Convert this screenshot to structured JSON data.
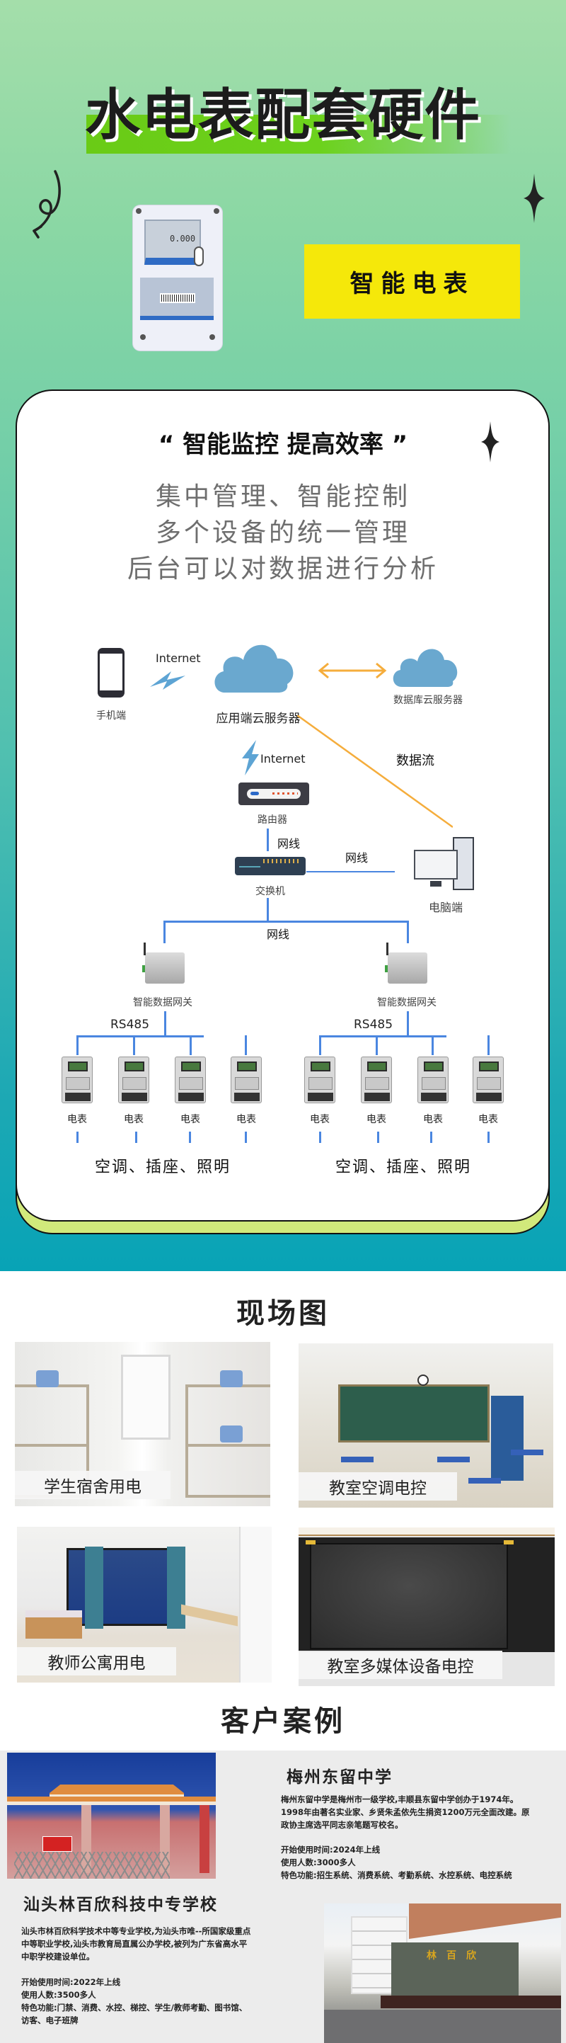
{
  "hero": {
    "title": "水电表配套硬件",
    "product_label": "智能电表",
    "meter_display": "0.000"
  },
  "card": {
    "quote_title": "“ 智能监控 提高效率 ”",
    "sublines": [
      "集中管理、智能控制",
      "多个设备的统一管理",
      "后台可以对数据进行分析"
    ]
  },
  "diagram": {
    "phone_label": "手机端",
    "internet_top": "Internet",
    "app_server_label": "应用端云服务器",
    "db_server_label": "数据库云服务器",
    "internet_mid": "Internet",
    "data_flow_label": "数据流",
    "router_label": "路由器",
    "cable_label_1": "网线",
    "cable_label_2": "网线",
    "switch_label": "交换机",
    "pc_label": "电脑端",
    "cable_label_3": "网线",
    "gateways": [
      {
        "label": "智能数据网关",
        "bus_label": "RS485",
        "meters": [
          "电表",
          "电表",
          "电表",
          "电表"
        ],
        "loads": "空调、插座、照明"
      },
      {
        "label": "智能数据网关",
        "bus_label": "RS485",
        "meters": [
          "电表",
          "电表",
          "电表",
          "电表"
        ],
        "loads": "空调、插座、照明"
      }
    ]
  },
  "scene": {
    "title": "现场图",
    "photos": [
      {
        "caption": "学生宿舍用电"
      },
      {
        "caption": "教室空调电控"
      },
      {
        "caption": "教师公寓用电"
      },
      {
        "caption": "教室多媒体设备电控"
      }
    ]
  },
  "cases": {
    "title": "客户案例",
    "items": [
      {
        "name": "梅州东留中学",
        "description": [
          "梅州东留中学是梅州市一级学校,丰顺县东留中学创办于1974年。",
          "1998年由著名实业家、乡贤朱孟依先生捐资1200万元全面改建。原",
          "政协主席选平同志亲笔题写校名。"
        ],
        "start_date": "开始使用时间:2024年上线",
        "users": "使用人数:3000多人",
        "features": "特色功能:招生系统、消费系统、考勤系统、水控系统、电控系统"
      },
      {
        "name": "汕头林百欣科技中专学校",
        "description": [
          "汕头市林百欣科学技术中等专业学校,为汕头市唯--所国家级重点",
          "中等职业学校,汕头市教育局直属公办学校,被列为广东省高水平",
          "中职学校建设单位。"
        ],
        "start_date": "开始使用时间:2022年上线",
        "users": "使用人数:3500多人",
        "features_line1": "特色功能:门禁、消费、水控、梯控、学生/教师考勤、图书馆、",
        "features_line2": "访客、电子班牌",
        "sign_text": "林百欣"
      }
    ]
  },
  "colors": {
    "title_bar": "#6acb16",
    "label_yellow": "#f5e80a",
    "card_shadow": "#d1e97b",
    "teal_bottom": "#08a3b6",
    "diagram_blue": "#4a86e0",
    "data_flow_orange": "#f5ad3c",
    "cloud_blue": "#6aa8cf"
  }
}
